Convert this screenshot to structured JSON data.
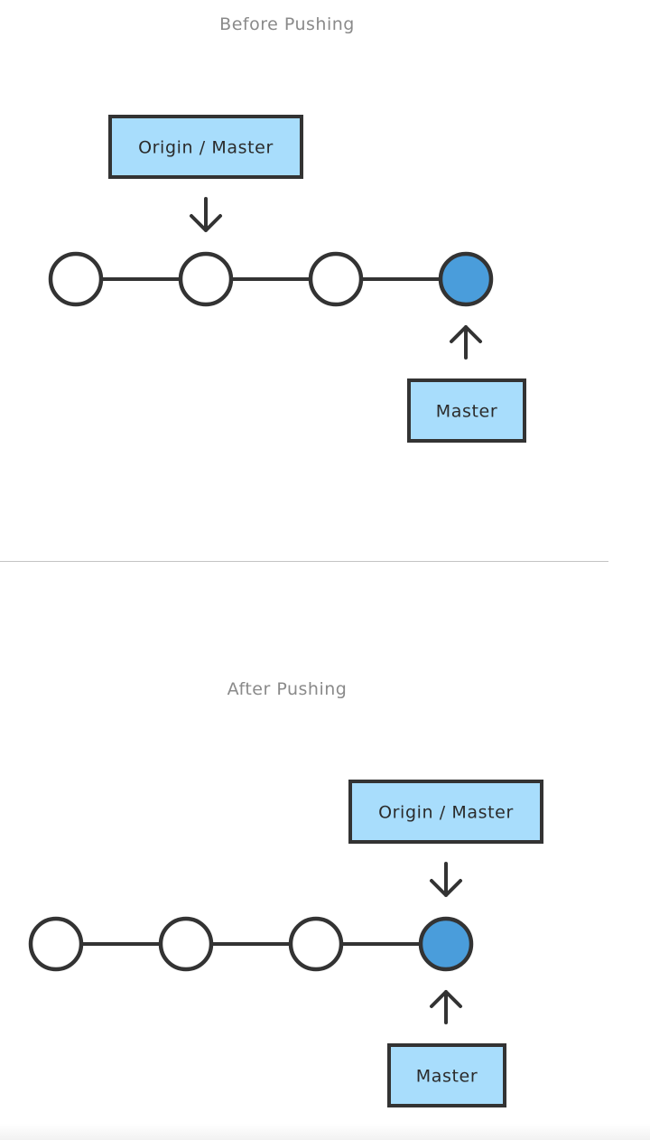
{
  "before": {
    "title": "Before Pushing",
    "commits": [
      "empty",
      "empty",
      "empty",
      "filled"
    ],
    "labels": {
      "origin_master": {
        "text": "Origin / Master",
        "points_to_commit": 1
      },
      "master": {
        "text": "Master",
        "points_to_commit": 3
      }
    }
  },
  "after": {
    "title": "After Pushing",
    "commits": [
      "empty",
      "empty",
      "empty",
      "filled"
    ],
    "labels": {
      "origin_master": {
        "text": "Origin / Master",
        "points_to_commit": 3
      },
      "master": {
        "text": "Master",
        "points_to_commit": 3
      }
    }
  },
  "colors": {
    "stroke": "#333333",
    "label_fill": "#a8ddfc",
    "commit_head_fill": "#4a9ddb",
    "commit_empty_fill": "#ffffff",
    "title_text": "#8a8a8a",
    "divider": "#c4c4c4"
  }
}
